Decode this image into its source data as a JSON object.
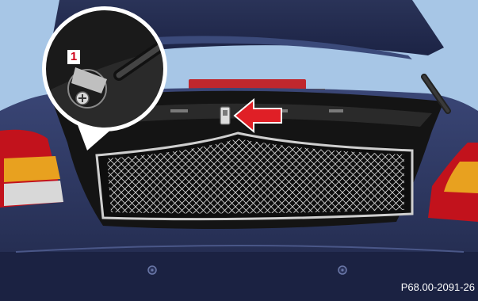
{
  "figure": {
    "figure_code": "P68.00-2091-26",
    "callouts": [
      {
        "number": "1",
        "refers_to": "boot-lid strut mount screw"
      }
    ]
  },
  "colors": {
    "sky": "#a7c6e6",
    "car_body": "#27305a",
    "trunk_interior": "#141414",
    "net": "#d8d8d8",
    "arrow": "#e01f26",
    "callout_number": "#d0021b",
    "tail_light_red": "#c2121c",
    "tail_light_amber": "#e8a11f"
  },
  "icons": {
    "arrow": "left-arrow-icon",
    "switch": "rocker-switch-icon"
  }
}
